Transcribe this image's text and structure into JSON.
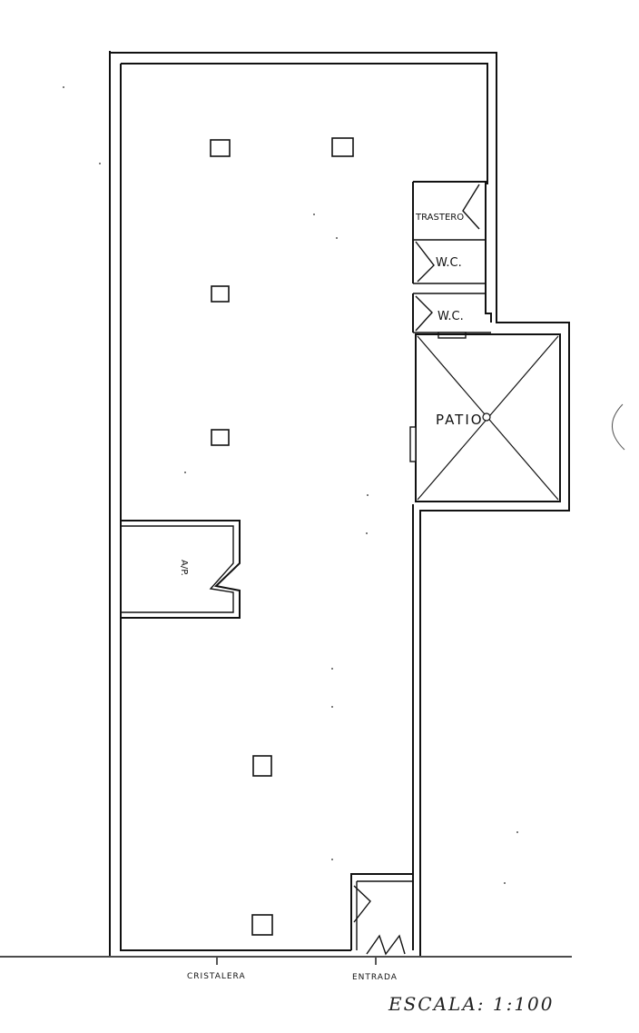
{
  "plan": {
    "rooms": {
      "trastero": "TRASTERO",
      "wc_upper": "W.C.",
      "wc_lower": "W.C.",
      "patio": "PATIO",
      "ap": "A/P."
    },
    "facade": {
      "cristalera": "CRISTALERA",
      "entrada": "ENTRADA"
    },
    "scale_note": "ESCALA: 1:100"
  }
}
